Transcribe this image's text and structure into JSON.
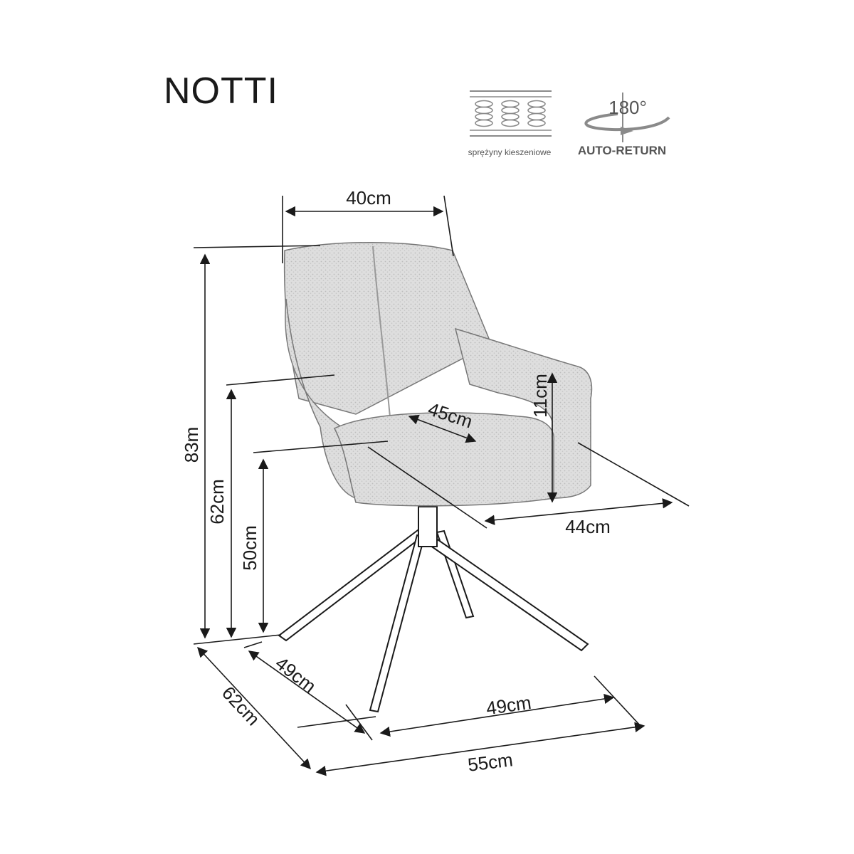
{
  "title": "NOTTI",
  "features": [
    {
      "icon": "pocket-spring-icon",
      "caption": "sprężyny kieszeniowe"
    },
    {
      "icon": "rotation-arrow-icon",
      "badge": "180°",
      "caption": "AUTO-RETURN"
    }
  ],
  "dimensions": {
    "backrest_width": "40cm",
    "total_height": "83m",
    "armrest_height": "62cm",
    "seat_height": "50cm",
    "seat_depth": "45cm",
    "armrest_above_seat": "11cm",
    "seat_width": "44cm",
    "base_depth": "49cm",
    "base_width": "49cm",
    "total_depth": "62cm",
    "total_width": "55cm"
  },
  "colors": {
    "line": "#1a1a1a",
    "fabric": "#d6d6d6",
    "icon": "#8a8a8a"
  }
}
